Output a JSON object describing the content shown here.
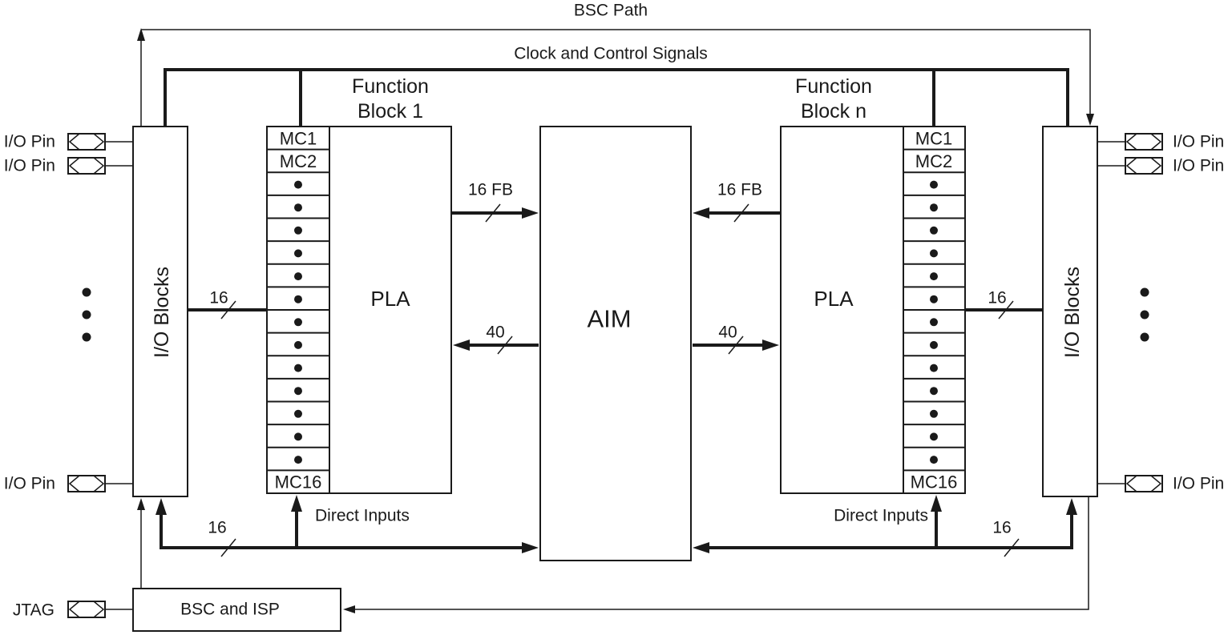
{
  "bsc_path": "BSC Path",
  "clock_and_control": "Clock and Control Signals",
  "aim": "AIM",
  "bsc_isp": "BSC and ISP",
  "jtag": "JTAG",
  "left": {
    "function_block": {
      "title": [
        "Function",
        "Block 1"
      ],
      "pla": "PLA",
      "macrocells": {
        "first": "MC1",
        "second": "MC2",
        "last": "MC16"
      }
    },
    "io_blocks": "I/O Blocks",
    "io_pins": [
      "I/O Pin",
      "I/O Pin",
      "I/O Pin"
    ],
    "fb_to_aim_label": "16 FB",
    "aim_to_fb_label": "40",
    "io_bus_label": "16",
    "direct_bus_label": "16",
    "direct_inputs": "Direct Inputs"
  },
  "right": {
    "function_block": {
      "title": [
        "Function",
        "Block n"
      ],
      "pla": "PLA",
      "macrocells": {
        "first": "MC1",
        "second": "MC2",
        "last": "MC16"
      }
    },
    "io_blocks": "I/O Blocks",
    "io_pins": [
      "I/O Pin",
      "I/O Pin",
      "I/O Pin"
    ],
    "fb_to_aim_label": "16 FB",
    "aim_to_fb_label": "40",
    "io_bus_label": "16",
    "direct_bus_label": "16",
    "direct_inputs": "Direct Inputs"
  }
}
